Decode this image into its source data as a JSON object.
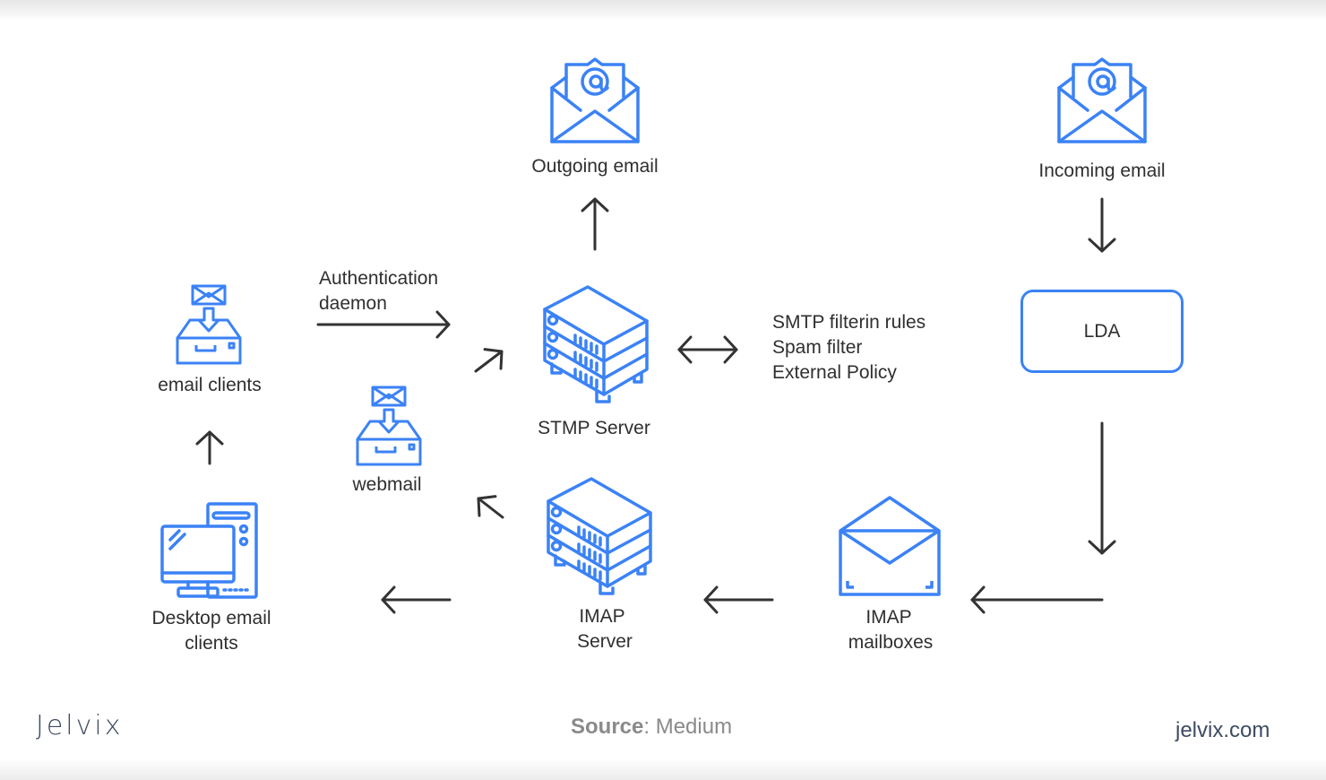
{
  "diagram": {
    "accent_color": "#3b82f6",
    "text_color": "#2f2f2f",
    "nodes": {
      "outgoing_email": {
        "label": "Outgoing email",
        "icon": "open-envelope-at-icon"
      },
      "incoming_email": {
        "label": "Incoming email",
        "icon": "open-envelope-at-icon"
      },
      "email_clients": {
        "label": "email clients",
        "icon": "inbox-tray-icon"
      },
      "auth_daemon": {
        "label_line1": "Authentication",
        "label_line2": "daemon"
      },
      "smtp_server": {
        "label": "STMP Server",
        "icon": "server-rack-icon"
      },
      "filters": {
        "lines": [
          "SMTP filterin rules",
          "Spam filter",
          "External Policy"
        ]
      },
      "lda": {
        "label": "LDA"
      },
      "webmail": {
        "label": "webmail",
        "icon": "inbox-tray-icon"
      },
      "desktop_clients": {
        "label_line1": "Desktop email",
        "label_line2": "clients",
        "icon": "desktop-computer-icon"
      },
      "imap_server": {
        "label_line1": "IMAP",
        "label_line2": "Server",
        "icon": "server-rack-icon"
      },
      "imap_mailboxes": {
        "label_line1": "IMAP",
        "label_line2": "mailboxes",
        "icon": "envelope-icon"
      }
    },
    "edges": [
      {
        "from": "smtp_server",
        "to": "outgoing_email",
        "direction": "up"
      },
      {
        "from": "incoming_email",
        "to": "lda",
        "direction": "down"
      },
      {
        "from": "email_clients",
        "to": "smtp_server",
        "direction": "right",
        "label": "Authentication daemon"
      },
      {
        "from": "webmail",
        "to": "smtp_server",
        "direction": "up-right"
      },
      {
        "from": "smtp_server",
        "to": "filters",
        "direction": "both"
      },
      {
        "from": "lda",
        "to": "imap_mailboxes",
        "direction": "down-then-left"
      },
      {
        "from": "imap_mailboxes",
        "to": "imap_server",
        "direction": "left"
      },
      {
        "from": "imap_server",
        "to": "webmail",
        "direction": "up-left"
      },
      {
        "from": "imap_server",
        "to": "desktop_clients",
        "direction": "left"
      },
      {
        "from": "desktop_clients",
        "to": "email_clients",
        "direction": "up"
      }
    ]
  },
  "footer": {
    "brand": "Jelvix",
    "source_label": "Source",
    "source_value": ": Medium",
    "site": "jelvix.com"
  }
}
